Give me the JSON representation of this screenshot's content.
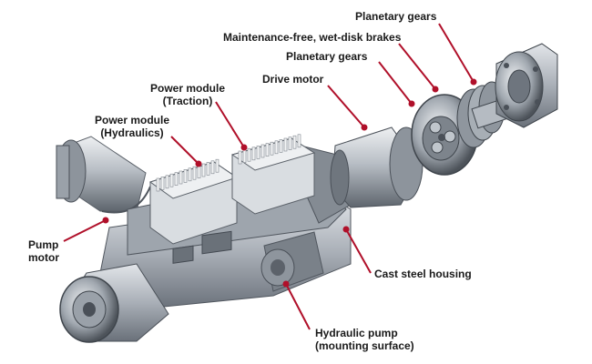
{
  "labels": {
    "planetary_gears_top": "Planetary gears",
    "brakes": "Maintenance-free, wet-disk brakes",
    "planetary_gears_mid": "Planetary gears",
    "drive_motor": "Drive motor",
    "power_module_traction_1": "Power module",
    "power_module_traction_2": "(Traction)",
    "power_module_hydraulics_1": "Power module",
    "power_module_hydraulics_2": "(Hydraulics)",
    "pump_motor_1": "Pump",
    "pump_motor_2": "motor",
    "cast_steel_housing": "Cast steel housing",
    "hydraulic_pump_1": "Hydraulic pump",
    "hydraulic_pump_2": "(mounting surface)"
  },
  "colors": {
    "leader": "#b0102a",
    "metal_light": "#d4d8dd",
    "metal_mid": "#a8aeb6",
    "metal_dark": "#6e757e",
    "metal_shadow": "#4a5058"
  }
}
